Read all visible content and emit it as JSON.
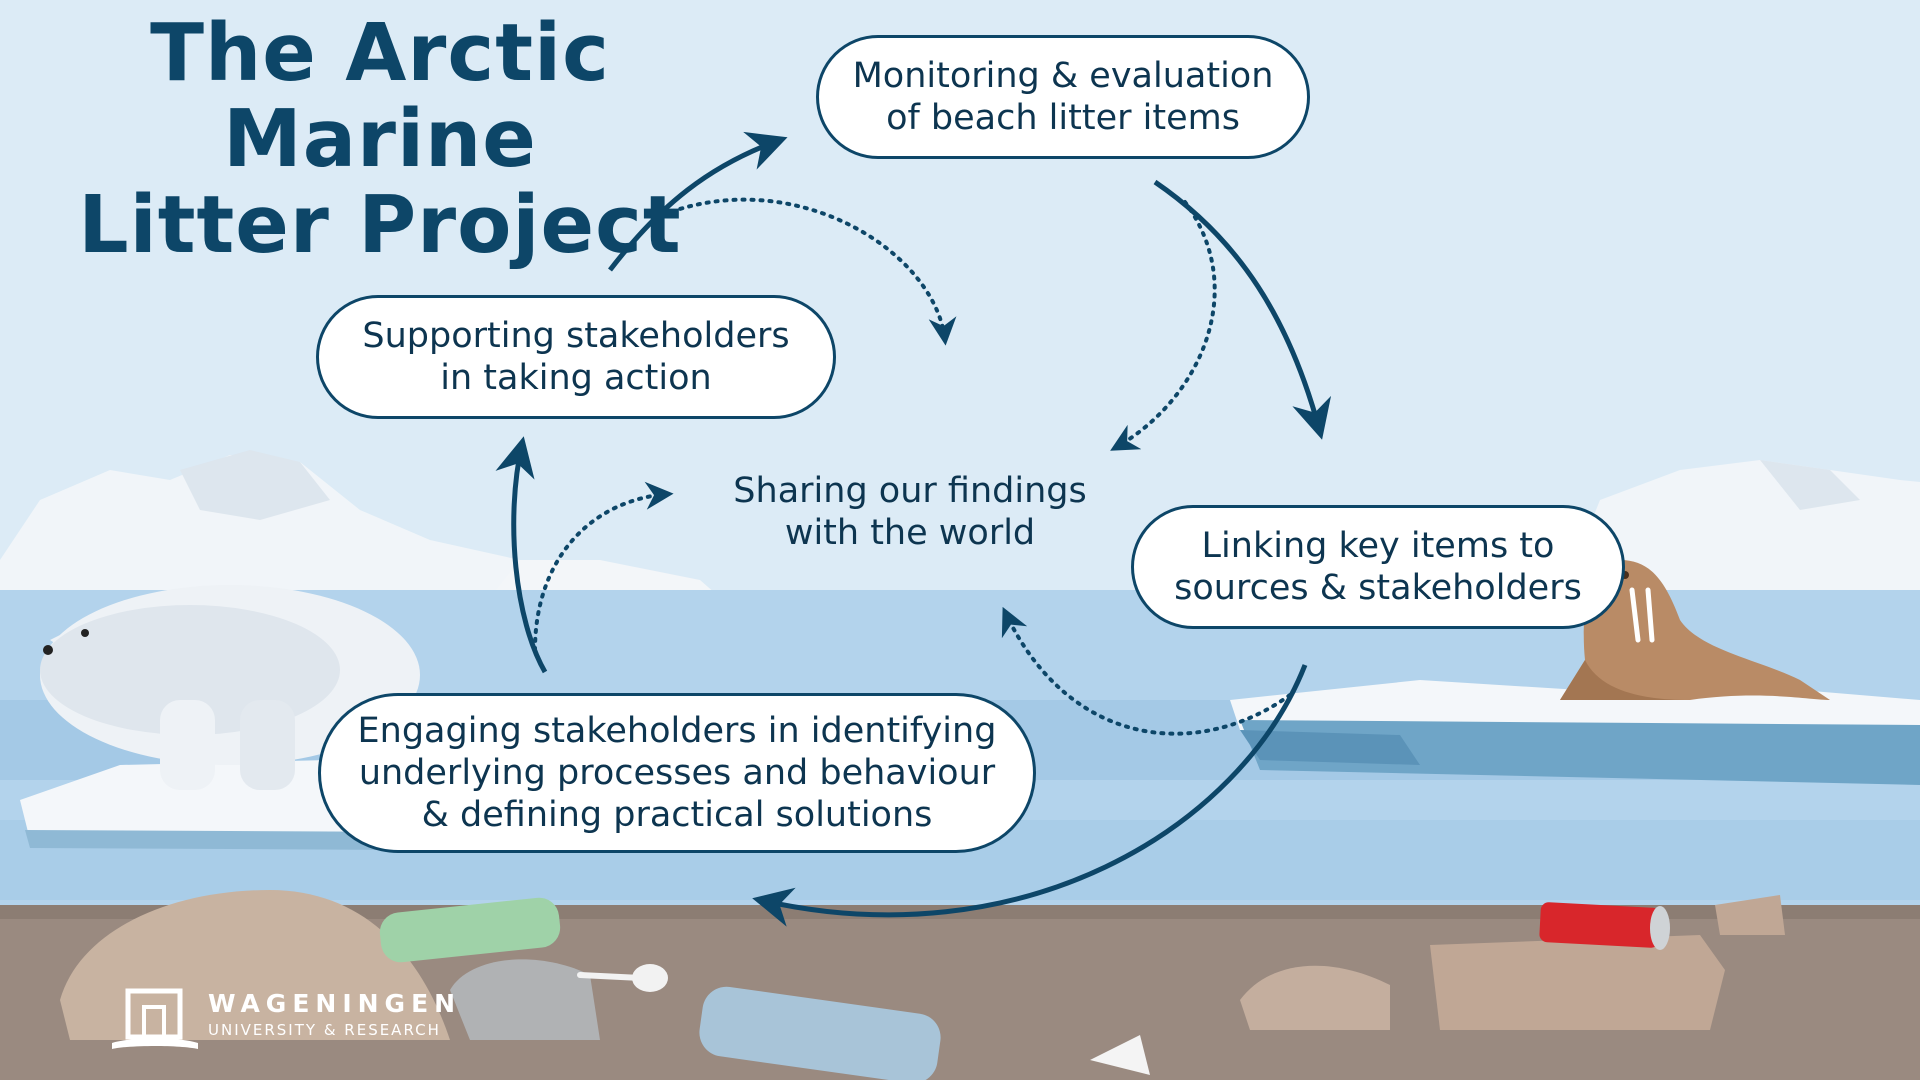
{
  "title": {
    "line1": "The Arctic Marine",
    "line2": "Litter Project"
  },
  "cycle": {
    "center": {
      "line1": "Sharing our findings",
      "line2": "with the world"
    },
    "steps": [
      {
        "line1": "Monitoring & evaluation",
        "line2": "of beach litter items"
      },
      {
        "line1": "Linking key items to",
        "line2": "sources & stakeholders"
      },
      {
        "line1": "Engaging stakeholders in identifying",
        "line2": "underlying processes and behaviour",
        "line3": "& defining practical solutions"
      },
      {
        "line1": "Supporting stakeholders",
        "line2": "in taking action"
      }
    ]
  },
  "logo": {
    "name": "WAGENINGEN",
    "subtitle": "UNIVERSITY & RESEARCH"
  },
  "colors": {
    "accent": "#0d4668",
    "sky": "#dcebf6",
    "sea": "#b3d3ec",
    "ice": "#f2f6fa",
    "shore": "#9a8a80",
    "node_fill": "#ffffff"
  }
}
